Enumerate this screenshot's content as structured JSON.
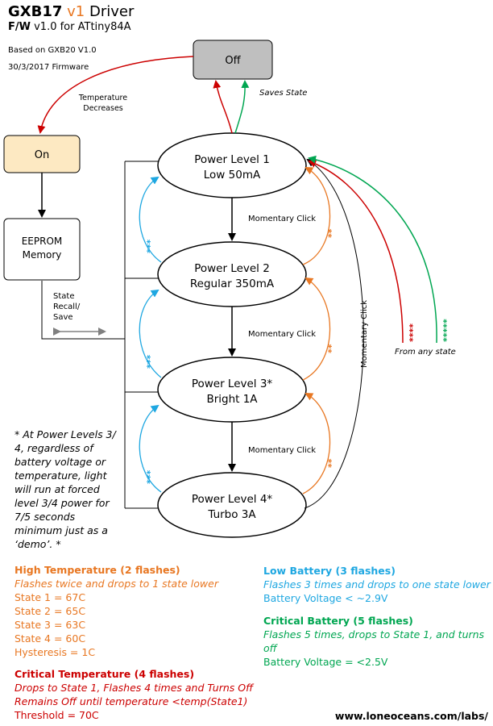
{
  "header": {
    "title_model": "GXB17",
    "title_version": "v1",
    "title_rest": "Driver",
    "fw_label": "F/W",
    "fw_rest": "v1.0 for ATtiny84A",
    "based_on": "Based on GXB20 V1.0",
    "firmware_date": "30/3/2017 Firmware"
  },
  "nodes": {
    "off": "Off",
    "on": "On",
    "eeprom_line1": "EEPROM",
    "eeprom_line2": "Memory",
    "level1_line1": "Power Level 1",
    "level1_line2": "Low 50mA",
    "level2_line1": "Power Level 2",
    "level2_line2": "Regular 350mA",
    "level3_line1": "Power Level 3*",
    "level3_line2": "Bright 1A",
    "level4_line1": "Power Level 4*",
    "level4_line2": "Turbo 3A"
  },
  "edge_labels": {
    "temp_decreases_1": "Temperature",
    "temp_decreases_2": "Decreases",
    "saves_state": "Saves State",
    "state_recall_1": "State",
    "state_recall_2": "Recall/",
    "state_recall_3": "Save",
    "momentary_click": "Momentary Click",
    "momentary_click_vertical": "Momentary Click",
    "from_any_state": "From any state",
    "blue_marks": "***",
    "orange_marks": "**",
    "red_marks": "****",
    "green_marks": "*****"
  },
  "note": "* At Power Levels 3/ 4, regardless of battery voltage or temperature, light will run at forced level 3/4 power for 7/5 seconds minimum just as a ‘demo’. *",
  "legend": {
    "high_temp": {
      "heading": "High Temperature (2 flashes)",
      "desc": "Flashes twice and drops to 1 state lower",
      "values": [
        "State 1 = 67C",
        "State 2 = 65C",
        "State 3 = 63C",
        "State 4 = 60C",
        "Hysteresis = 1C"
      ]
    },
    "critical_temp": {
      "heading": "Critical Temperature (4 flashes)",
      "desc1": "Drops to State 1, Flashes 4 times and Turns Off",
      "desc2": "Remains Off until temperature <temp(State1)",
      "value": "Threshold = 70C"
    },
    "low_battery": {
      "heading": "Low Battery (3 flashes)",
      "desc": "Flashes 3 times and drops to one state lower",
      "value": "Battery Voltage < ~2.9V"
    },
    "critical_battery": {
      "heading": "Critical Battery (5 flashes)",
      "desc": "Flashes 5 times, drops to State 1, and turns off",
      "value": "Battery Voltage = <2.5V"
    }
  },
  "footer_url": "www.loneoceans.com/labs/",
  "colors": {
    "orange": "#e87722",
    "red": "#cc0000",
    "blue": "#1ea7e1",
    "green": "#00a651",
    "on_fill": "#fde9c2",
    "off_fill": "#bfbfbf"
  }
}
